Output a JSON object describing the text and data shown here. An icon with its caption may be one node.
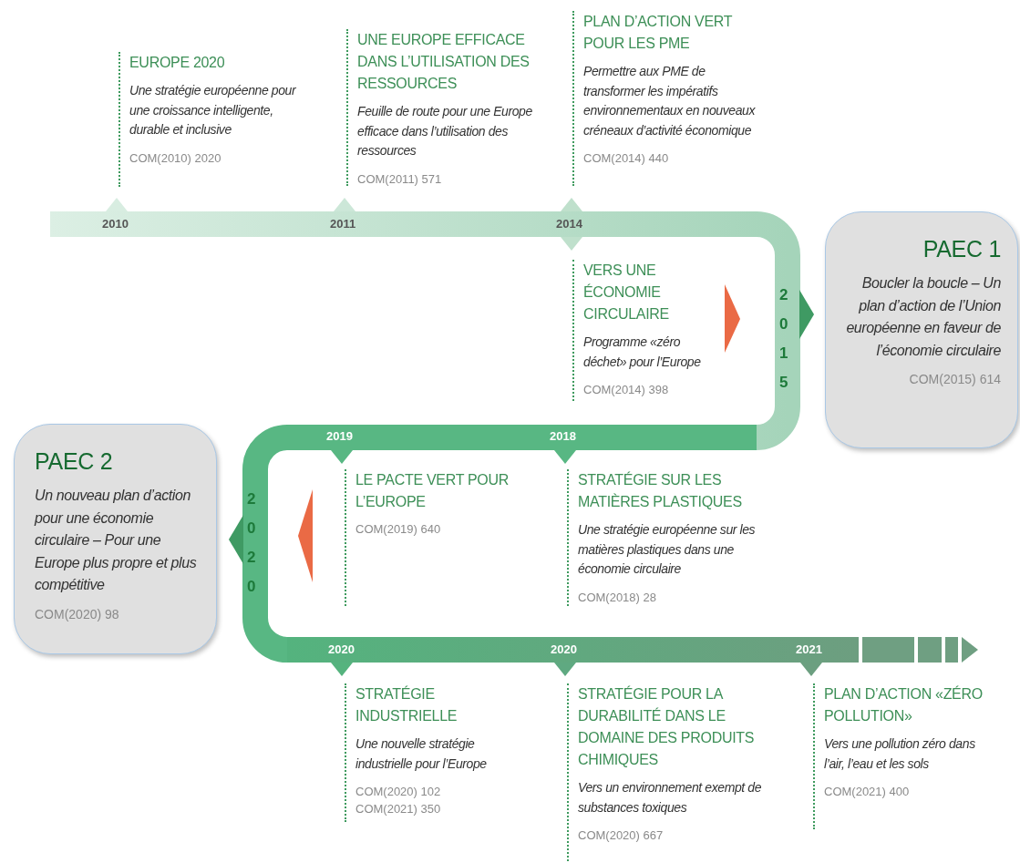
{
  "diagram": {
    "nodes": [
      {
        "text": [
          "EUROPE 2020",
          "Une stratégie européenne pour une croissance intelligente, durable et inclusive",
          "COM(2010) 2020"
        ],
        "beside": [
          "2010"
        ]
      },
      {
        "text": [
          "UNE EUROPE EFFICACE DANS L’UTILISATION DES RESSOURCES",
          "Feuille de route pour une Europe efficace dans l’utilisation des ressources",
          "COM(2011) 571"
        ],
        "beside": [
          "2011"
        ]
      },
      {
        "text": [
          "PLAN D’ACTION VERT POUR LES PME",
          "Permettre aux PME de transformer les impératifs environnementaux en nouveaux créneaux d’activité économique",
          "COM(2014) 440"
        ],
        "beside": [
          "2014"
        ]
      },
      {
        "text": [
          "VERS UNE ÉCONOMIE CIRCULAIRE",
          "Programme «zéro déchet» pour l’Europe",
          "COM(2014) 398"
        ]
      },
      {
        "text": [
          "PAEC 1",
          "Boucler la boucle – Un plan d’action de l’Union européenne en faveur de l’économie circulaire",
          "COM(2015) 614"
        ],
        "beside": [
          "2015"
        ]
      },
      {
        "text": [
          "PAEC 2",
          "Un nouveau plan d’action pour une économie circulaire – Pour une Europe plus propre et plus compétitive",
          "COM(2020) 98"
        ],
        "beside": [
          "2020"
        ]
      },
      {
        "text": [
          "LE PACTE VERT POUR L’EUROPE",
          "COM(2019) 640"
        ],
        "beside": [
          "2019"
        ]
      },
      {
        "text": [
          "STRATÉGIE SUR LES MATIÈRES PLASTIQUES",
          "Une stratégie européenne sur les matières plastiques dans une économie circulaire",
          "COM(2018) 28"
        ],
        "beside": [
          "2018"
        ]
      },
      {
        "text": [
          "STRATÉGIE INDUSTRIELLE",
          "Une nouvelle stratégie industrielle pour l’Europe",
          "COM(2020) 102",
          "COM(2021) 350"
        ],
        "beside": [
          "2020"
        ]
      },
      {
        "text": [
          "STRATÉGIE POUR LA DURABILITÉ DANS LE DOMAINE DES PRODUITS CHIMIQUES",
          "Vers un environnement exempt de substances toxiques",
          "COM(2020) 667"
        ],
        "beside": [
          "2020"
        ]
      },
      {
        "text": [
          "PLAN D’ACTION «ZÉRO POLLUTION»",
          "Vers une pollution zéro dans l’air, l’eau et les sols",
          "COM(2021) 400"
        ],
        "beside": [
          "2021"
        ]
      }
    ]
  }
}
